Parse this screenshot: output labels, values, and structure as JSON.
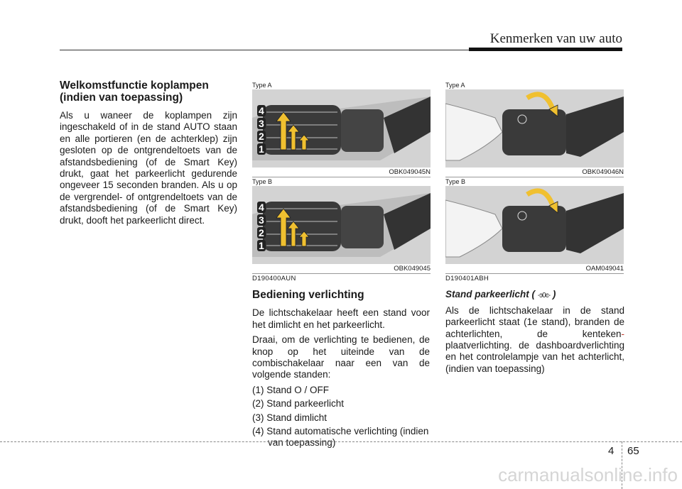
{
  "header": {
    "title": "Kenmerken van uw auto"
  },
  "col1": {
    "heading": "Welkomstfunctie koplampen (indien van toepassing)",
    "body": "Als u waneer de koplampen zijn ingeschakeld of in de stand AUTO staan en alle portieren (en de achterklep) zijn gesloten op de ontgrendeltoets van de afstandsbediening (of de Smart Key) drukt, gaat het parkeerlicht gedurende ongeveer 15 seconden branden. Als u op de vergrendel- of ontgrendeltoets van de afstandsbediening (of de Smart Key) drukt, dooft het parkeerlicht direct."
  },
  "figures": [
    {
      "type_label": "Type A",
      "caption": "OBK049045N",
      "digits": [
        "4",
        "3",
        "2",
        "1"
      ]
    },
    {
      "type_label": "Type B",
      "caption": "OBK049045",
      "digits": [
        "4",
        "3",
        "2",
        "1"
      ]
    },
    {
      "type_label": "Type A",
      "caption": "OBK049046N"
    },
    {
      "type_label": "Type B",
      "caption": "OAM049041"
    }
  ],
  "col2": {
    "code": "D190400AUN",
    "heading": "Bediening verlichting",
    "p1": "De lichtschakelaar heeft een stand voor het dimlicht en het parkeerlicht.",
    "p2": "Draai, om de verlichting te bedienen, de knop op het uiteinde van de combischakelaar naar een van de volgende standen:",
    "steps": [
      "(1) Stand O / OFF",
      "(2) Stand parkeerlicht",
      "(3) Stand dimlicht",
      "(4) Stand automatische verlichting (indien van toepassing)"
    ]
  },
  "col3": {
    "code": "D190401ABH",
    "subhead_prefix": "Stand parkeerlicht (",
    "subhead_glyph": "-ͽ0ͼ-",
    "subhead_suffix": ")",
    "body_a": "Als de lichtschakelaar in de stand parkeerlicht staat (1e stand), branden de achterlichten, de kenteken",
    "body_hyphen": "-",
    "body_b": "plaatverlichting. de dashboardverlichting en het controlelampje van het achterlicht, (indien van toepassing)"
  },
  "footer": {
    "chapter": "4",
    "page": "65",
    "watermark": "carmanualsonline.info"
  },
  "colors": {
    "photo_bg": "#d3d3d3",
    "stalk": "#3a3a3a",
    "arrow": "#f0c030"
  }
}
